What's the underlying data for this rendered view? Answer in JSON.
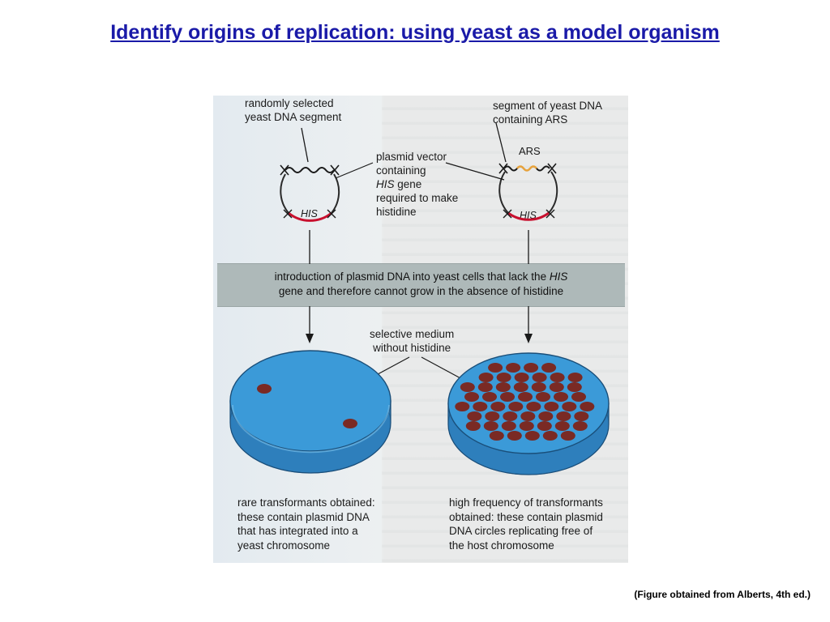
{
  "slide": {
    "title": "Identify origins of replication: using yeast as a model organism",
    "caption": "(Figure obtained from Alberts, 4th ed.)"
  },
  "figure": {
    "label_random_segment": "randomly selected\nyeast DNA segment",
    "label_ars_segment": "segment of yeast DNA\ncontaining ARS",
    "label_plasmid_vector": "plasmid vector\ncontaining\n\nrequired to make\nhistidine",
    "label_his_word": "HIS",
    "label_gene_word": " gene",
    "ars_tag": "ARS",
    "his_tag_left": "HIS",
    "his_tag_right": "HIS",
    "band_text": "introduction of plasmid DNA into yeast cells that lack the HIS\ngene and therefore cannot grow in the absence of histidine",
    "selective_medium": "selective medium\nwithout histidine",
    "left_result": "rare transformants obtained:\nthese contain plasmid DNA\nthat has integrated into a\nyeast chromosome",
    "right_result": "high frequency of transformants\nobtained: these contain plasmid\nDNA circles replicating free of\nthe host chromosome",
    "colors": {
      "his_segment": "#c8102e",
      "ars_segment": "#e8a33c",
      "plate_top": "#3b9ad8",
      "plate_side": "#2e7fbc",
      "colony": "#7a2a24",
      "band": "#aeb9b9"
    }
  }
}
